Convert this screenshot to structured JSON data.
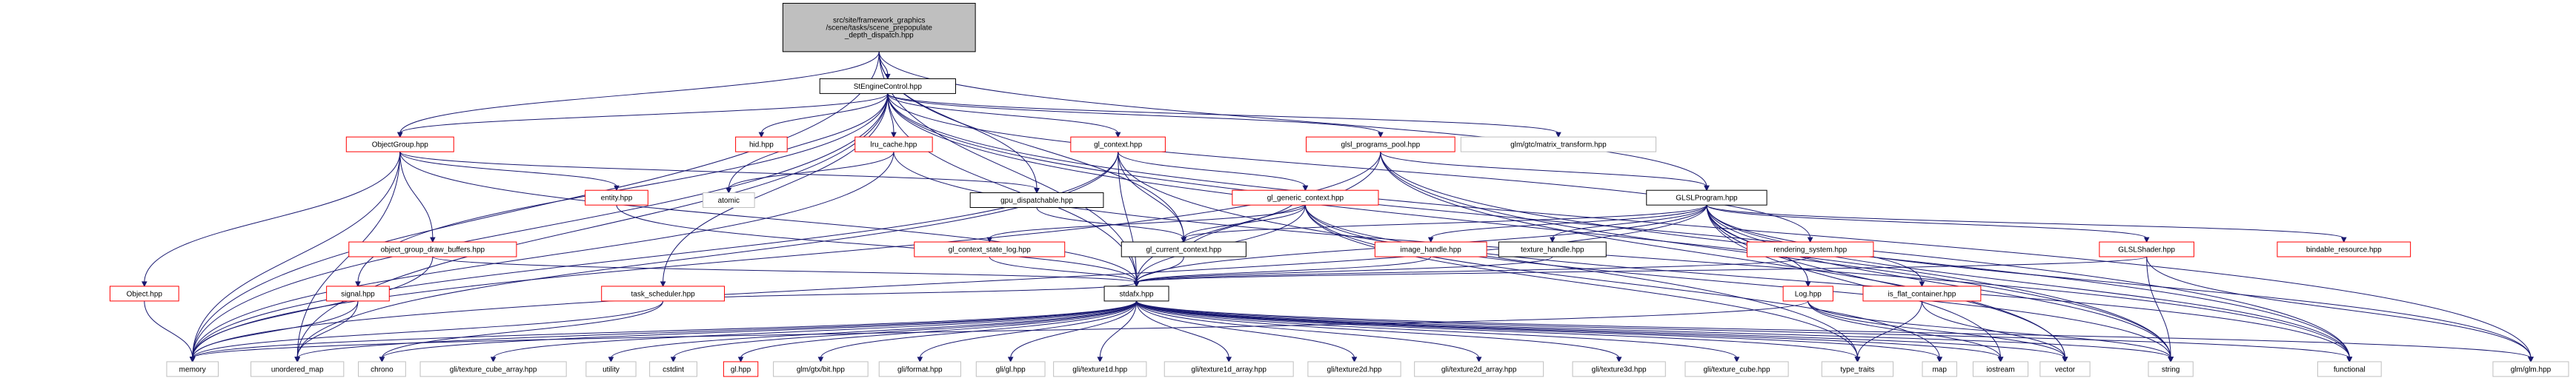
{
  "graph": {
    "edge_color": "#191970",
    "nodes": [
      {
        "id": "root",
        "lines": [
          "src/site/framework_graphics",
          "/scene/tasks/scene_prepopulate",
          "_depth_dispatch.hpp"
        ],
        "style": "root"
      },
      {
        "id": "stengine",
        "lines": [
          "StEngineControl.hpp"
        ],
        "style": "dark"
      },
      {
        "id": "objectgroup",
        "lines": [
          "ObjectGroup.hpp"
        ],
        "style": "red"
      },
      {
        "id": "hid",
        "lines": [
          "hid.hpp"
        ],
        "style": "red"
      },
      {
        "id": "lru",
        "lines": [
          "lru_cache.hpp"
        ],
        "style": "red"
      },
      {
        "id": "glcontext",
        "lines": [
          "gl_context.hpp"
        ],
        "style": "red"
      },
      {
        "id": "glslpool",
        "lines": [
          "glsl_programs_pool.hpp"
        ],
        "style": "red"
      },
      {
        "id": "glmmat",
        "lines": [
          "glm/gtc/matrix_transform.hpp"
        ],
        "style": "grey"
      },
      {
        "id": "atomic",
        "lines": [
          "atomic"
        ],
        "style": "grey"
      },
      {
        "id": "entity",
        "lines": [
          "entity.hpp"
        ],
        "style": "red"
      },
      {
        "id": "gpudisp",
        "lines": [
          "gpu_dispatchable.hpp"
        ],
        "style": "dark"
      },
      {
        "id": "glgeneric",
        "lines": [
          "gl_generic_context.hpp"
        ],
        "style": "red"
      },
      {
        "id": "glslprogram",
        "lines": [
          "GLSLProgram.hpp"
        ],
        "style": "dark"
      },
      {
        "id": "objdraw",
        "lines": [
          "object_group_draw_buffers.hpp"
        ],
        "style": "red"
      },
      {
        "id": "object",
        "lines": [
          "Object.hpp"
        ],
        "style": "red"
      },
      {
        "id": "signal",
        "lines": [
          "signal.hpp"
        ],
        "style": "red"
      },
      {
        "id": "tasksched",
        "lines": [
          "task_scheduler.hpp"
        ],
        "style": "red"
      },
      {
        "id": "glstatelog",
        "lines": [
          "gl_context_state_log.hpp"
        ],
        "style": "red"
      },
      {
        "id": "glcurrent",
        "lines": [
          "gl_current_context.hpp"
        ],
        "style": "dark"
      },
      {
        "id": "imagehandle",
        "lines": [
          "image_handle.hpp"
        ],
        "style": "red"
      },
      {
        "id": "texturehandle",
        "lines": [
          "texture_handle.hpp"
        ],
        "style": "dark"
      },
      {
        "id": "rendersys",
        "lines": [
          "rendering_system.hpp"
        ],
        "style": "red"
      },
      {
        "id": "glslshader",
        "lines": [
          "GLSLShader.hpp"
        ],
        "style": "red"
      },
      {
        "id": "bindable",
        "lines": [
          "bindable_resource.hpp"
        ],
        "style": "red"
      },
      {
        "id": "log",
        "lines": [
          "Log.hpp"
        ],
        "style": "red"
      },
      {
        "id": "isflat",
        "lines": [
          "is_flat_container.hpp"
        ],
        "style": "red"
      },
      {
        "id": "stdafx",
        "lines": [
          "stdafx.hpp"
        ],
        "style": "dark"
      },
      {
        "id": "memory",
        "lines": [
          "memory"
        ],
        "style": "grey"
      },
      {
        "id": "unordered_map",
        "lines": [
          "unordered_map"
        ],
        "style": "grey"
      },
      {
        "id": "chrono",
        "lines": [
          "chrono"
        ],
        "style": "grey"
      },
      {
        "id": "gli_cube_array",
        "lines": [
          "gli/texture_cube_array.hpp"
        ],
        "style": "grey"
      },
      {
        "id": "utility",
        "lines": [
          "utility"
        ],
        "style": "grey"
      },
      {
        "id": "cstdint",
        "lines": [
          "cstdint"
        ],
        "style": "grey"
      },
      {
        "id": "glhpp",
        "lines": [
          "gl.hpp"
        ],
        "style": "red"
      },
      {
        "id": "glmbit",
        "lines": [
          "glm/gtx/bit.hpp"
        ],
        "style": "grey"
      },
      {
        "id": "gliformat",
        "lines": [
          "gli/format.hpp"
        ],
        "style": "grey"
      },
      {
        "id": "gligl",
        "lines": [
          "gli/gl.hpp"
        ],
        "style": "grey"
      },
      {
        "id": "gli1d",
        "lines": [
          "gli/texture1d.hpp"
        ],
        "style": "grey"
      },
      {
        "id": "gli1darray",
        "lines": [
          "gli/texture1d_array.hpp"
        ],
        "style": "grey"
      },
      {
        "id": "gli2d",
        "lines": [
          "gli/texture2d.hpp"
        ],
        "style": "grey"
      },
      {
        "id": "gli2darray",
        "lines": [
          "gli/texture2d_array.hpp"
        ],
        "style": "grey"
      },
      {
        "id": "gli3d",
        "lines": [
          "gli/texture3d.hpp"
        ],
        "style": "grey"
      },
      {
        "id": "glicube",
        "lines": [
          "gli/texture_cube.hpp"
        ],
        "style": "grey"
      },
      {
        "id": "typetraits",
        "lines": [
          "type_traits"
        ],
        "style": "grey"
      },
      {
        "id": "map",
        "lines": [
          "map"
        ],
        "style": "grey"
      },
      {
        "id": "iostream",
        "lines": [
          "iostream"
        ],
        "style": "grey"
      },
      {
        "id": "vector",
        "lines": [
          "vector"
        ],
        "style": "grey"
      },
      {
        "id": "string",
        "lines": [
          "string"
        ],
        "style": "grey"
      },
      {
        "id": "functional",
        "lines": [
          "functional"
        ],
        "style": "grey"
      },
      {
        "id": "glmglm",
        "lines": [
          "glm/glm.hpp"
        ],
        "style": "grey"
      }
    ],
    "edges": [
      [
        "root",
        "stengine"
      ],
      [
        "root",
        "objectgroup"
      ],
      [
        "root",
        "gpudisp"
      ],
      [
        "root",
        "glcurrent"
      ],
      [
        "root",
        "glslprogram"
      ],
      [
        "root",
        "stdafx"
      ],
      [
        "root",
        "memory"
      ],
      [
        "stengine",
        "objectgroup"
      ],
      [
        "stengine",
        "hid"
      ],
      [
        "stengine",
        "lru"
      ],
      [
        "stengine",
        "glcontext"
      ],
      [
        "stengine",
        "glslpool"
      ],
      [
        "stengine",
        "glmmat"
      ],
      [
        "stengine",
        "atomic"
      ],
      [
        "stengine",
        "signal"
      ],
      [
        "stengine",
        "tasksched"
      ],
      [
        "stengine",
        "rendersys"
      ],
      [
        "stengine",
        "stdafx"
      ],
      [
        "stengine",
        "memory"
      ],
      [
        "stengine",
        "unordered_map"
      ],
      [
        "stengine",
        "functional"
      ],
      [
        "stengine",
        "glmglm"
      ],
      [
        "stengine",
        "string"
      ],
      [
        "objectgroup",
        "entity"
      ],
      [
        "objectgroup",
        "gpudisp"
      ],
      [
        "objectgroup",
        "objdraw"
      ],
      [
        "objectgroup",
        "object"
      ],
      [
        "objectgroup",
        "stdafx"
      ],
      [
        "objectgroup",
        "memory"
      ],
      [
        "objectgroup",
        "unordered_map"
      ],
      [
        "lru",
        "atomic"
      ],
      [
        "lru",
        "memory"
      ],
      [
        "lru",
        "functional"
      ],
      [
        "glcontext",
        "glgeneric"
      ],
      [
        "glcontext",
        "glcurrent"
      ],
      [
        "glcontext",
        "stdafx"
      ],
      [
        "glcontext",
        "memory"
      ],
      [
        "glcontext",
        "unordered_map"
      ],
      [
        "glcontext",
        "typetraits"
      ],
      [
        "glslpool",
        "glslprogram"
      ],
      [
        "glslpool",
        "stdafx"
      ],
      [
        "glslpool",
        "memory"
      ],
      [
        "glslpool",
        "functional"
      ],
      [
        "glslpool",
        "string"
      ],
      [
        "glslpool",
        "vector"
      ],
      [
        "entity",
        "stdafx"
      ],
      [
        "gpudisp",
        "glcurrent"
      ],
      [
        "glgeneric",
        "glstatelog"
      ],
      [
        "glgeneric",
        "glcurrent"
      ],
      [
        "glgeneric",
        "stdafx"
      ],
      [
        "glgeneric",
        "typetraits"
      ],
      [
        "glgeneric",
        "map"
      ],
      [
        "glgeneric",
        "string"
      ],
      [
        "glgeneric",
        "functional"
      ],
      [
        "glslprogram",
        "glslshader"
      ],
      [
        "glslprogram",
        "bindable"
      ],
      [
        "glslprogram",
        "imagehandle"
      ],
      [
        "glslprogram",
        "texturehandle"
      ],
      [
        "glslprogram",
        "glcurrent"
      ],
      [
        "glslprogram",
        "log"
      ],
      [
        "glslprogram",
        "isflat"
      ],
      [
        "glslprogram",
        "stdafx"
      ],
      [
        "glslprogram",
        "glmglm"
      ],
      [
        "glslprogram",
        "string"
      ],
      [
        "glslprogram",
        "vector"
      ],
      [
        "glslprogram",
        "iostream"
      ],
      [
        "glslprogram",
        "functional"
      ],
      [
        "glslprogram",
        "memory"
      ],
      [
        "objdraw",
        "stdafx"
      ],
      [
        "objdraw",
        "memory"
      ],
      [
        "object",
        "memory"
      ],
      [
        "signal",
        "memory"
      ],
      [
        "signal",
        "unordered_map"
      ],
      [
        "tasksched",
        "stdafx"
      ],
      [
        "tasksched",
        "memory"
      ],
      [
        "tasksched",
        "chrono"
      ],
      [
        "glstatelog",
        "stdafx"
      ],
      [
        "glcurrent",
        "glgeneric"
      ],
      [
        "glcurrent",
        "stdafx"
      ],
      [
        "imagehandle",
        "stdafx"
      ],
      [
        "texturehandle",
        "stdafx"
      ],
      [
        "rendersys",
        "stdafx"
      ],
      [
        "glslshader",
        "stdafx"
      ],
      [
        "glslshader",
        "string"
      ],
      [
        "glslshader",
        "glmglm"
      ],
      [
        "log",
        "memory"
      ],
      [
        "log",
        "iostream"
      ],
      [
        "log",
        "vector"
      ],
      [
        "log",
        "string"
      ],
      [
        "isflat",
        "typetraits"
      ],
      [
        "isflat",
        "vector"
      ],
      [
        "stdafx",
        "memory"
      ],
      [
        "stdafx",
        "unordered_map"
      ],
      [
        "stdafx",
        "chrono"
      ],
      [
        "stdafx",
        "gli_cube_array"
      ],
      [
        "stdafx",
        "utility"
      ],
      [
        "stdafx",
        "cstdint"
      ],
      [
        "stdafx",
        "glhpp"
      ],
      [
        "stdafx",
        "glmbit"
      ],
      [
        "stdafx",
        "gliformat"
      ],
      [
        "stdafx",
        "gligl"
      ],
      [
        "stdafx",
        "gli1d"
      ],
      [
        "stdafx",
        "gli1darray"
      ],
      [
        "stdafx",
        "gli2d"
      ],
      [
        "stdafx",
        "gli2darray"
      ],
      [
        "stdafx",
        "gli3d"
      ],
      [
        "stdafx",
        "glicube"
      ],
      [
        "stdafx",
        "typetraits"
      ],
      [
        "stdafx",
        "map"
      ],
      [
        "stdafx",
        "iostream"
      ],
      [
        "stdafx",
        "vector"
      ],
      [
        "stdafx",
        "string"
      ],
      [
        "stdafx",
        "functional"
      ],
      [
        "stdafx",
        "glmglm"
      ]
    ]
  }
}
